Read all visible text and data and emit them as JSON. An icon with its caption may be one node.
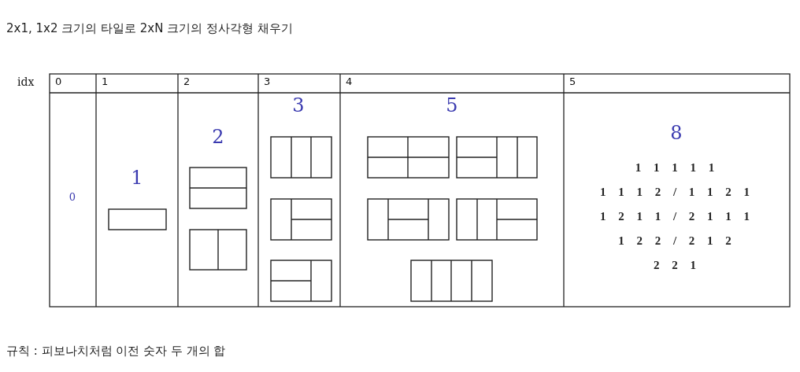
{
  "diagram": {
    "title": "2x1, 1x2 크기의 타일로 2xN 크기의 정사각형 채우기",
    "caption": "규칙 : 피보나치처럼 이전 숫자 두 개의 합",
    "labels": [
      "idx",
      "0",
      "1",
      "2",
      "3",
      "4",
      "5",
      "0",
      "1",
      "2",
      "3",
      "5",
      "8",
      "1 1 1 1 1",
      "1 1 1 2 / 1 1 2 1",
      "1 2 1 1 / 2 1 1 1",
      "1 2 2 / 2 1 2",
      "2 2 1"
    ]
  }
}
